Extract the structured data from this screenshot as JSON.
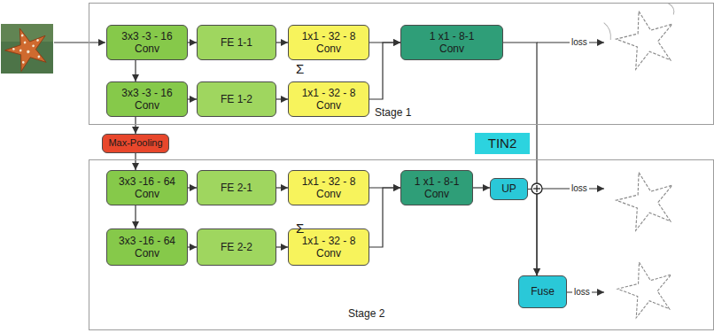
{
  "diagram": {
    "nodes": [
      {
        "text": [
          "Stage 1"
        ]
      },
      {
        "text": [
          "3x3 -3 - 16 Conv"
        ],
        "in": 0
      },
      {
        "text": [
          "FE 1-1"
        ],
        "in": 0
      },
      {
        "text": [
          "1x1 - 32 - 8 Conv"
        ],
        "in": 0
      },
      {
        "text": [
          "1 x1 - 8-1 Conv"
        ],
        "in": 0
      },
      {
        "text": [
          "3x3 -3 - 16 Conv"
        ],
        "in": 0
      },
      {
        "text": [
          "FE 1-2"
        ],
        "in": 0
      },
      {
        "text": [
          "1x1 - 32 - 8 Conv"
        ],
        "in": 0
      },
      {
        "text": [
          "Max-Pooling"
        ]
      },
      {
        "text": [
          "TIN2"
        ]
      },
      {
        "text": [
          "Stage 2"
        ]
      },
      {
        "text": [
          "3x3 -16 - 64 Conv"
        ],
        "in": 10
      },
      {
        "text": [
          "FE 2-1"
        ],
        "in": 10
      },
      {
        "text": [
          "1x1 - 32 - 8 Conv"
        ],
        "in": 10
      },
      {
        "text": [
          "1 x1 - 8-1 Conv"
        ],
        "in": 10
      },
      {
        "text": [
          "UP"
        ],
        "in": 10
      },
      {
        "text": [
          "3x3 -16 - 64 Conv"
        ],
        "in": 10
      },
      {
        "text": [
          "FE 2-2"
        ],
        "in": 10
      },
      {
        "text": [
          "1x1 - 32 - 8 Conv"
        ],
        "in": 10
      },
      {
        "text": [
          "Fuse"
        ],
        "in": 10
      }
    ],
    "edges": [
      {
        "from": 1,
        "to": 2,
        "arrow": "to"
      },
      {
        "from": 2,
        "to": 3,
        "arrow": "to"
      },
      {
        "from": 3,
        "to": 4,
        "arrow": "to"
      },
      {
        "from": 1,
        "to": 5,
        "arrow": "to"
      },
      {
        "from": 5,
        "to": 6,
        "arrow": "to"
      },
      {
        "from": 6,
        "to": 7,
        "arrow": "to"
      },
      {
        "from": 7,
        "to": 4,
        "arrow": "to"
      },
      {
        "from": 5,
        "to": 8,
        "arrow": "to"
      },
      {
        "from": 8,
        "to": 11,
        "arrow": "to"
      },
      {
        "from": 11,
        "to": 12,
        "arrow": "to"
      },
      {
        "from": 12,
        "to": 13,
        "arrow": "to"
      },
      {
        "from": 13,
        "to": 14,
        "arrow": "to"
      },
      {
        "from": 11,
        "to": 16,
        "arrow": "to"
      },
      {
        "from": 16,
        "to": 17,
        "arrow": "to"
      },
      {
        "from": 17,
        "to": 18,
        "arrow": "to"
      },
      {
        "from": 18,
        "to": 14,
        "arrow": "to"
      },
      {
        "from": 14,
        "to": 15,
        "arrow": "to"
      },
      {
        "from": 4,
        "to": 19,
        "arrow": "to"
      },
      {
        "from": 15,
        "to": 19,
        "arrow": "to"
      }
    ],
    "labels": [
      "loss",
      "Σ",
      "Σ",
      "loss",
      "loss"
    ]
  }
}
